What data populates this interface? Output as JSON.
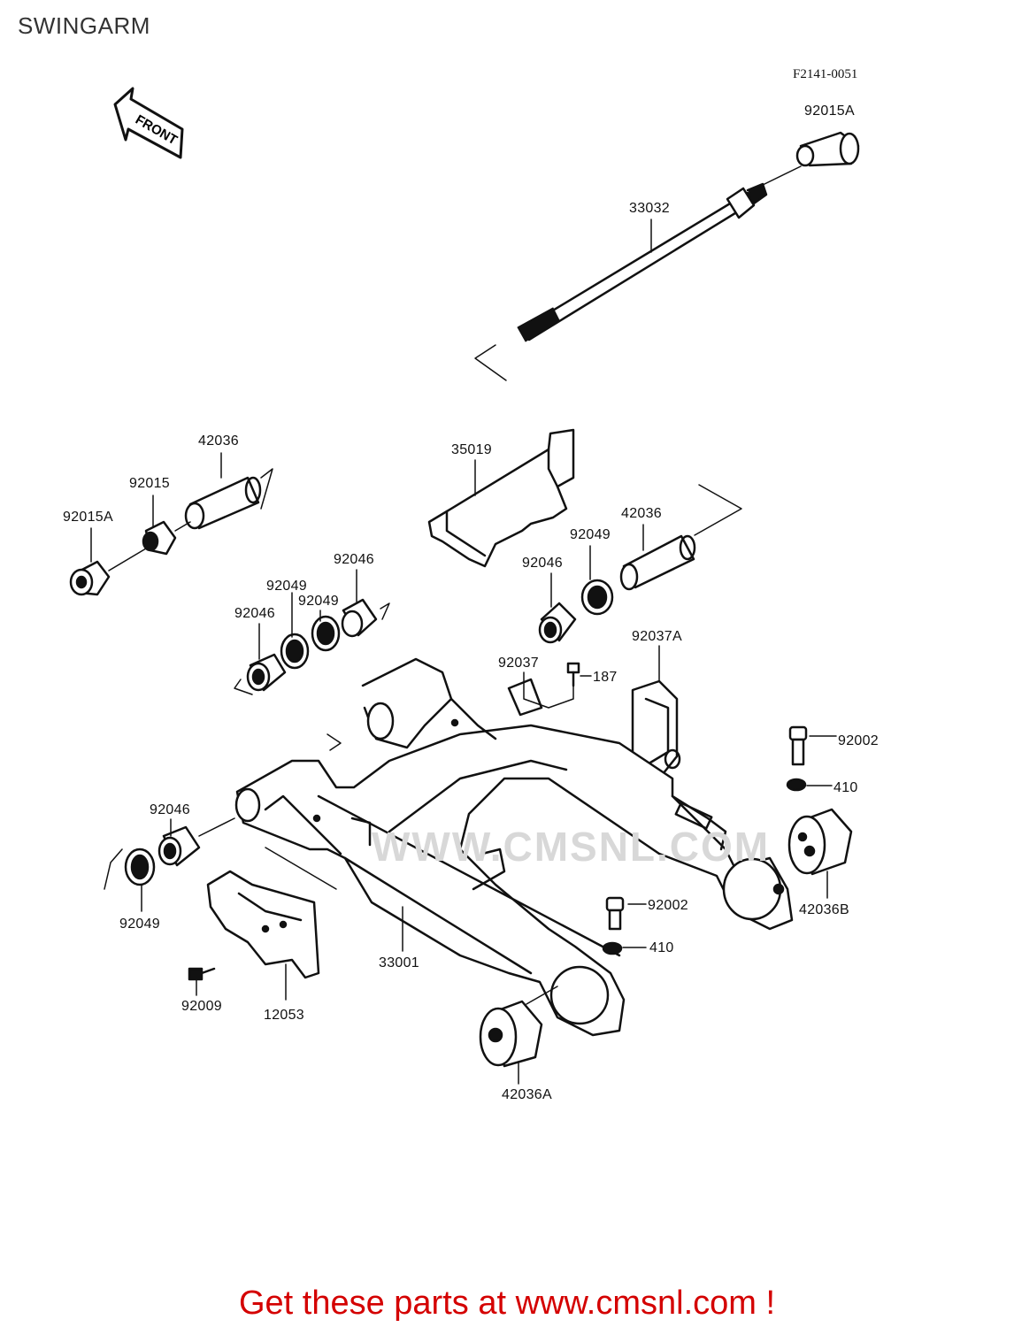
{
  "page": {
    "title": "SWINGARM",
    "diagram_code": "F2141-0051",
    "front_label": "FRONT",
    "watermark": "WWW.CMSNL.COM",
    "promo_text": "Get these parts at www.cmsnl.com !"
  },
  "parts": [
    {
      "id": "92015A"
    },
    {
      "id": "33032"
    },
    {
      "id": "42036"
    },
    {
      "id": "92015"
    },
    {
      "id": "92015A"
    },
    {
      "id": "35019"
    },
    {
      "id": "42036"
    },
    {
      "id": "92049"
    },
    {
      "id": "92046"
    },
    {
      "id": "92049"
    },
    {
      "id": "92049"
    },
    {
      "id": "92046"
    },
    {
      "id": "92046"
    },
    {
      "id": "92037A"
    },
    {
      "id": "92037"
    },
    {
      "id": "187"
    },
    {
      "id": "92002"
    },
    {
      "id": "410"
    },
    {
      "id": "92046"
    },
    {
      "id": "42036B"
    },
    {
      "id": "92049"
    },
    {
      "id": "92002"
    },
    {
      "id": "410"
    },
    {
      "id": "33001"
    },
    {
      "id": "92009"
    },
    {
      "id": "12053"
    },
    {
      "id": "42036A"
    }
  ],
  "colors": {
    "promo": "#d40000",
    "lines": "#111111"
  }
}
